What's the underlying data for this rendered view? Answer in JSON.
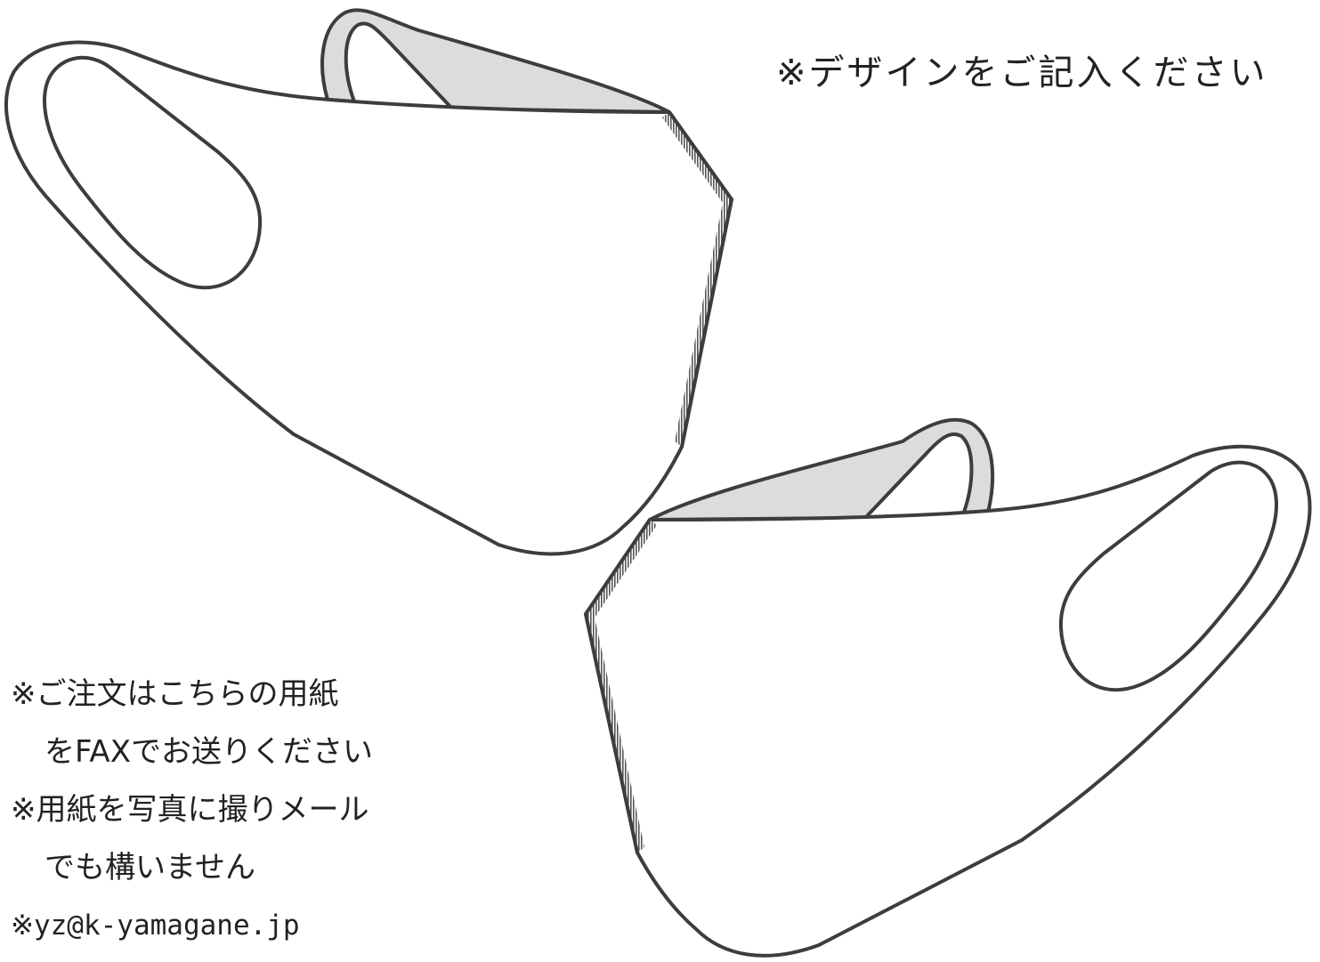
{
  "design_instruction": "※デザインをご記入ください",
  "order_notes": {
    "line1": "※ご注文はこちらの用紙",
    "line2": "をFAXでお送りください",
    "line3": "※用紙を写真に撮りメール",
    "line4": "でも構いません",
    "email": "※yz@k-yamagane.jp"
  },
  "colors": {
    "outline": "#3d3d3d",
    "inner_band": "#dcdcda",
    "mask_fill": "#ffffff"
  }
}
